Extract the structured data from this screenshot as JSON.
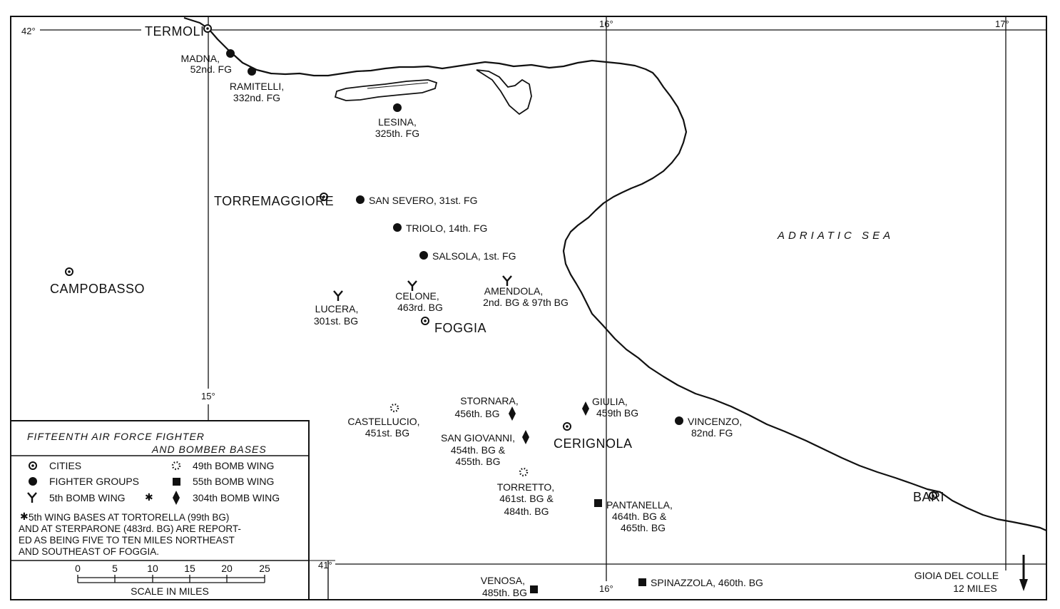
{
  "legend": {
    "title_line1": "FIFTEENTH AIR FORCE FIGHTER",
    "title_line2": "AND BOMBER BASES",
    "items": {
      "cities": "CITIES",
      "fighter_groups": "FIGHTER GROUPS",
      "bomb_wing_5": "5th BOMB WING",
      "bomb_wing_49": "49th BOMB WING",
      "bomb_wing_55": "55th BOMB WING",
      "bomb_wing_304": "304th BOMB WING"
    },
    "note_lines": [
      "5th WING BASES AT TORTORELLA (99th BG)",
      "AND AT STERPARONE (483rd. BG) ARE REPORT-",
      "ED AS BEING FIVE TO TEN MILES NORTHEAST",
      "AND SOUTHEAST OF FOGGIA."
    ],
    "scale": {
      "ticks": [
        "0",
        "5",
        "10",
        "15",
        "20",
        "25"
      ],
      "caption": "SCALE IN MILES"
    }
  },
  "graticule": {
    "lat_42": "42°",
    "lat_41": "41°",
    "lon_15": "15°",
    "lon_16_top": "16°",
    "lon_16_bottom": "16°",
    "lon_17": "17°"
  },
  "sea": "ADRIATIC SEA",
  "cities": {
    "termoli": "TERMOLI",
    "torremaggiore": "TORREMAGGIORE",
    "campobasso": "CAMPOBASSO",
    "foggia": "FOGGIA",
    "cerignola": "CERIGNOLA",
    "bari": "BARI"
  },
  "bases": {
    "madna": [
      "MADNA,",
      "52nd. FG"
    ],
    "ramitelli": [
      "RAMITELLI,",
      "332nd. FG"
    ],
    "lesina": [
      "LESINA,",
      "325th. FG"
    ],
    "san_severo": "SAN SEVERO, 31st. FG",
    "triolo": "TRIOLO, 14th. FG",
    "salsola": "SALSOLA, 1st. FG",
    "celone": [
      "CELONE,",
      "463rd. BG"
    ],
    "amendola": [
      "AMENDOLA,",
      "2nd. BG & 97th BG"
    ],
    "lucera": [
      "LUCERA,",
      "301st. BG"
    ],
    "stornara": [
      "STORNARA,",
      "456th. BG"
    ],
    "giulia": [
      "GIULIA,",
      "459th BG"
    ],
    "castellucio": [
      "CASTELLUCIO,",
      "451st. BG"
    ],
    "vincenzo": [
      "VINCENZO,",
      "82nd. FG"
    ],
    "san_giovanni": [
      "SAN GIOVANNI,",
      "454th. BG &",
      "455th. BG"
    ],
    "torretto": [
      "TORRETTO,",
      "461st. BG &",
      "484th. BG"
    ],
    "pantanella": [
      "PANTANELLA,",
      "464th. BG &",
      "465th. BG"
    ],
    "venosa": [
      "VENOSA,",
      "485th. BG"
    ],
    "spinazzola": "SPINAZZOLA, 460th. BG",
    "gioia": [
      "GIOIA DEL COLLE",
      "12 MILES"
    ]
  }
}
